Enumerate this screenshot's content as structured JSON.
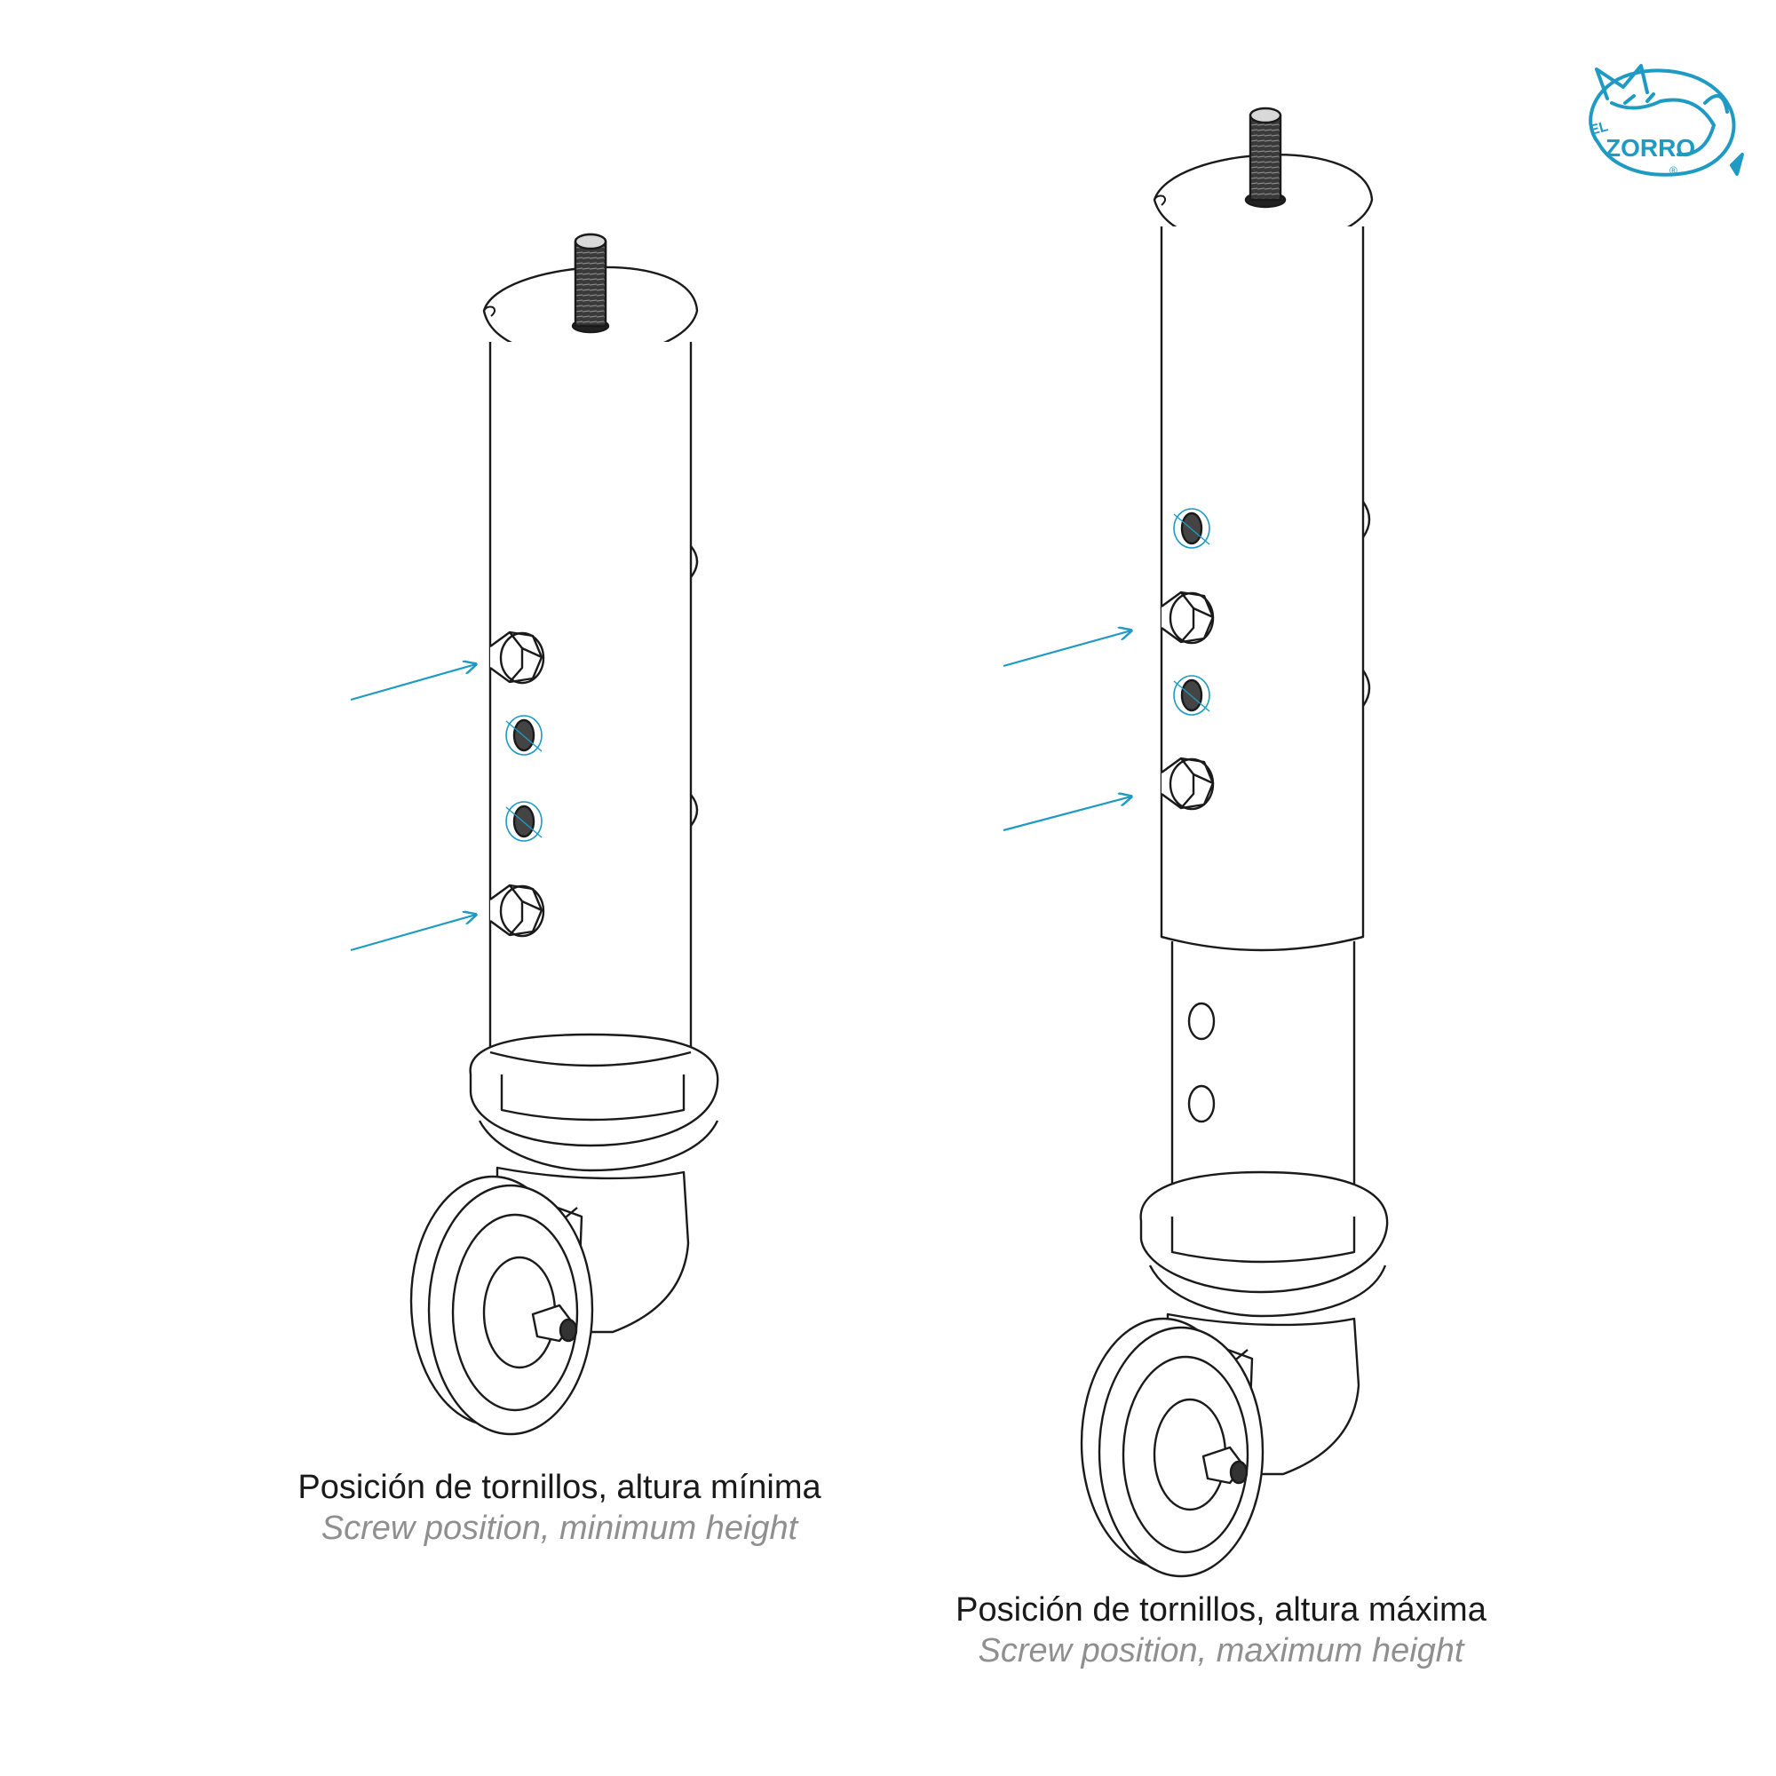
{
  "captions": {
    "left": {
      "es": "Posición de tornillos, altura mínima",
      "en": "Screw position, minimum height"
    },
    "right": {
      "es": "Posición de tornillos, altura máxima",
      "en": "Screw position, maximum height"
    }
  },
  "logo": {
    "line1": "EL",
    "line2": "ZORRO",
    "mark": "®"
  },
  "colors": {
    "accent": "#1f9ac3",
    "line": "#1a1a1a",
    "caption_en": "#8f8f8f"
  },
  "icons": {
    "logo": "fox-logo-icon",
    "arrow": "arrow-pointer-icon"
  }
}
